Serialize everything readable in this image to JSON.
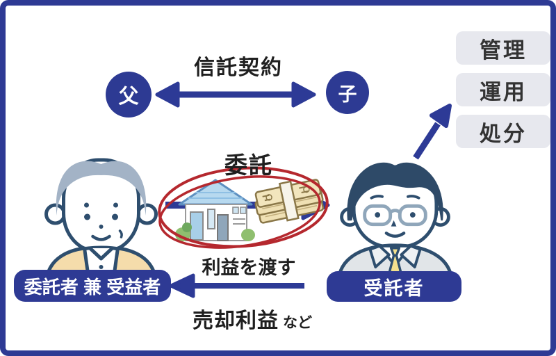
{
  "diagram": {
    "title": "信託契約",
    "father": "父",
    "child": "子",
    "entrust": "委託",
    "profit": "利益を渡す",
    "sale_profit": "売却利益",
    "etc": "など",
    "settlor_beneficiary": "委託者 兼 受益者",
    "trustee": "受託者"
  },
  "duties": {
    "items": [
      {
        "label": "管理"
      },
      {
        "label": "運用"
      },
      {
        "label": "処分"
      }
    ]
  },
  "colors": {
    "frame_blue": "#2e3a94",
    "arrow_blue": "#2d3a96",
    "circle_blue": "#2d3a93",
    "duty_box_bg": "#e7e8ee",
    "duty_text": "#333333",
    "emphasis_red": "#b5282e",
    "text_black": "#1f1f1f",
    "hair_gray": "#a3b3c6",
    "hair_navy": "#2e4a68",
    "outline_navy": "#2e4e6e",
    "vest_tan": "#f5dcab",
    "suit_gray": "#e1e5e8",
    "tie_yellow": "#f3e08e",
    "roof_blue": "#b7d9ef",
    "bush_green": "#8fbf6f",
    "money_tan": "#efe0b4"
  },
  "icons": {
    "trust_contract_arrow": "double-headed-arrow-icon",
    "entrust_arrow": "right-arrow-icon",
    "duties_arrow": "diagonal-up-arrow-icon",
    "profit_return_arrow": "left-arrow-icon",
    "emphasis_circle": "hand-drawn-red-circle-icon",
    "house": "house-icon",
    "money": "money-bundle-icon",
    "elderly_man": "elderly-man-icon",
    "trustee_man": "trustee-man-icon"
  }
}
